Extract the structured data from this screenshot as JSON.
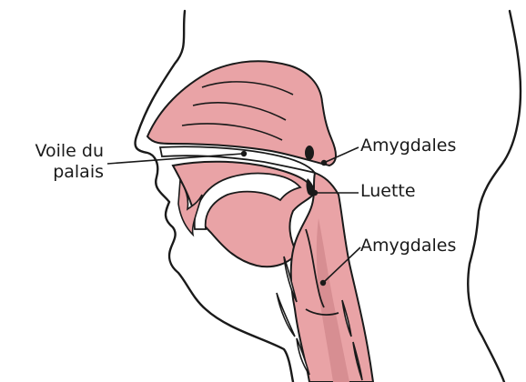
{
  "labels": {
    "voile_du_palais_line1": "Voile du",
    "voile_du_palais_line2": "palais",
    "amygdales_upper": "Amygdales",
    "luette": "Luette",
    "amygdales_lower": "Amygdales"
  },
  "colors": {
    "tissue_fill": "#e9a3a6",
    "tissue_light": "#f5cfd0",
    "tissue_dark": "#c7787c",
    "outline": "#1a1a1a",
    "cartilage": "#ffffff"
  }
}
